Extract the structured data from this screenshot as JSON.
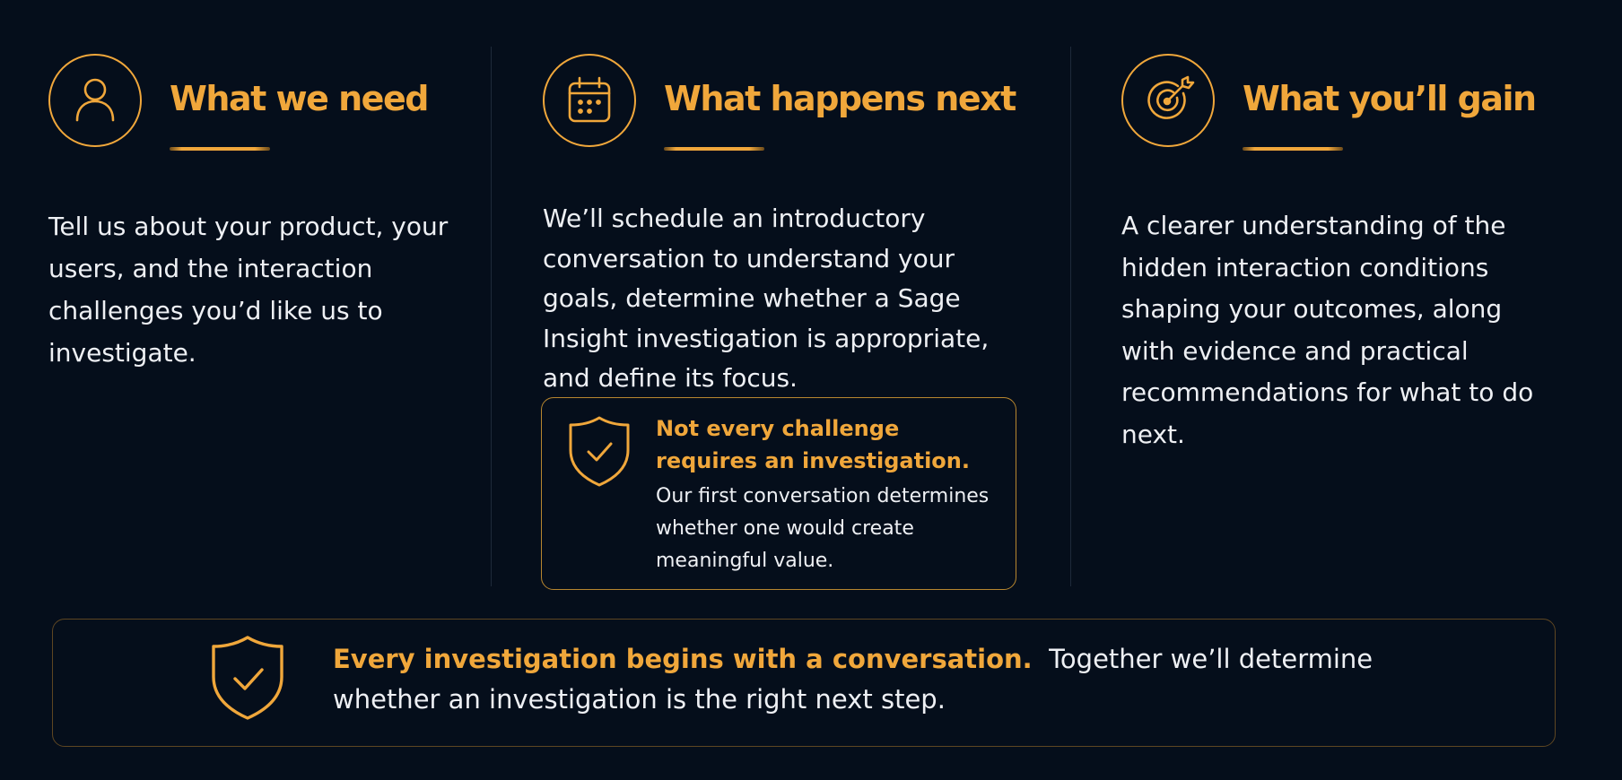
{
  "theme": {
    "accent": "#f0a73b",
    "background": "#050e1b",
    "text": "#eef0f4"
  },
  "columns": [
    {
      "icon": "user-icon",
      "title": "What we need",
      "body": "Tell us about your product, your users, and the interaction challenges you’d like us to investigate."
    },
    {
      "icon": "calendar-icon",
      "title": "What happens next",
      "body": "We’ll schedule an introductory conversation to understand your goals, determine whether a Sage Insight investigation is appropriate, and define its focus."
    },
    {
      "icon": "target-icon",
      "title": "What you’ll gain",
      "body": "A clearer understanding of the hidden interaction conditions shaping your outcomes, along with evidence and practical recommendations for what to do next."
    }
  ],
  "note": {
    "icon": "shield-check-icon",
    "title": "Not every challenge requires an investigation.",
    "text": "Our first conversation determines whether one would create meaningful value."
  },
  "banner": {
    "icon": "shield-check-icon",
    "strong": "Every investigation begins with a conversation.",
    "text": "Together we’ll determine whether an investigation is the right next step."
  }
}
